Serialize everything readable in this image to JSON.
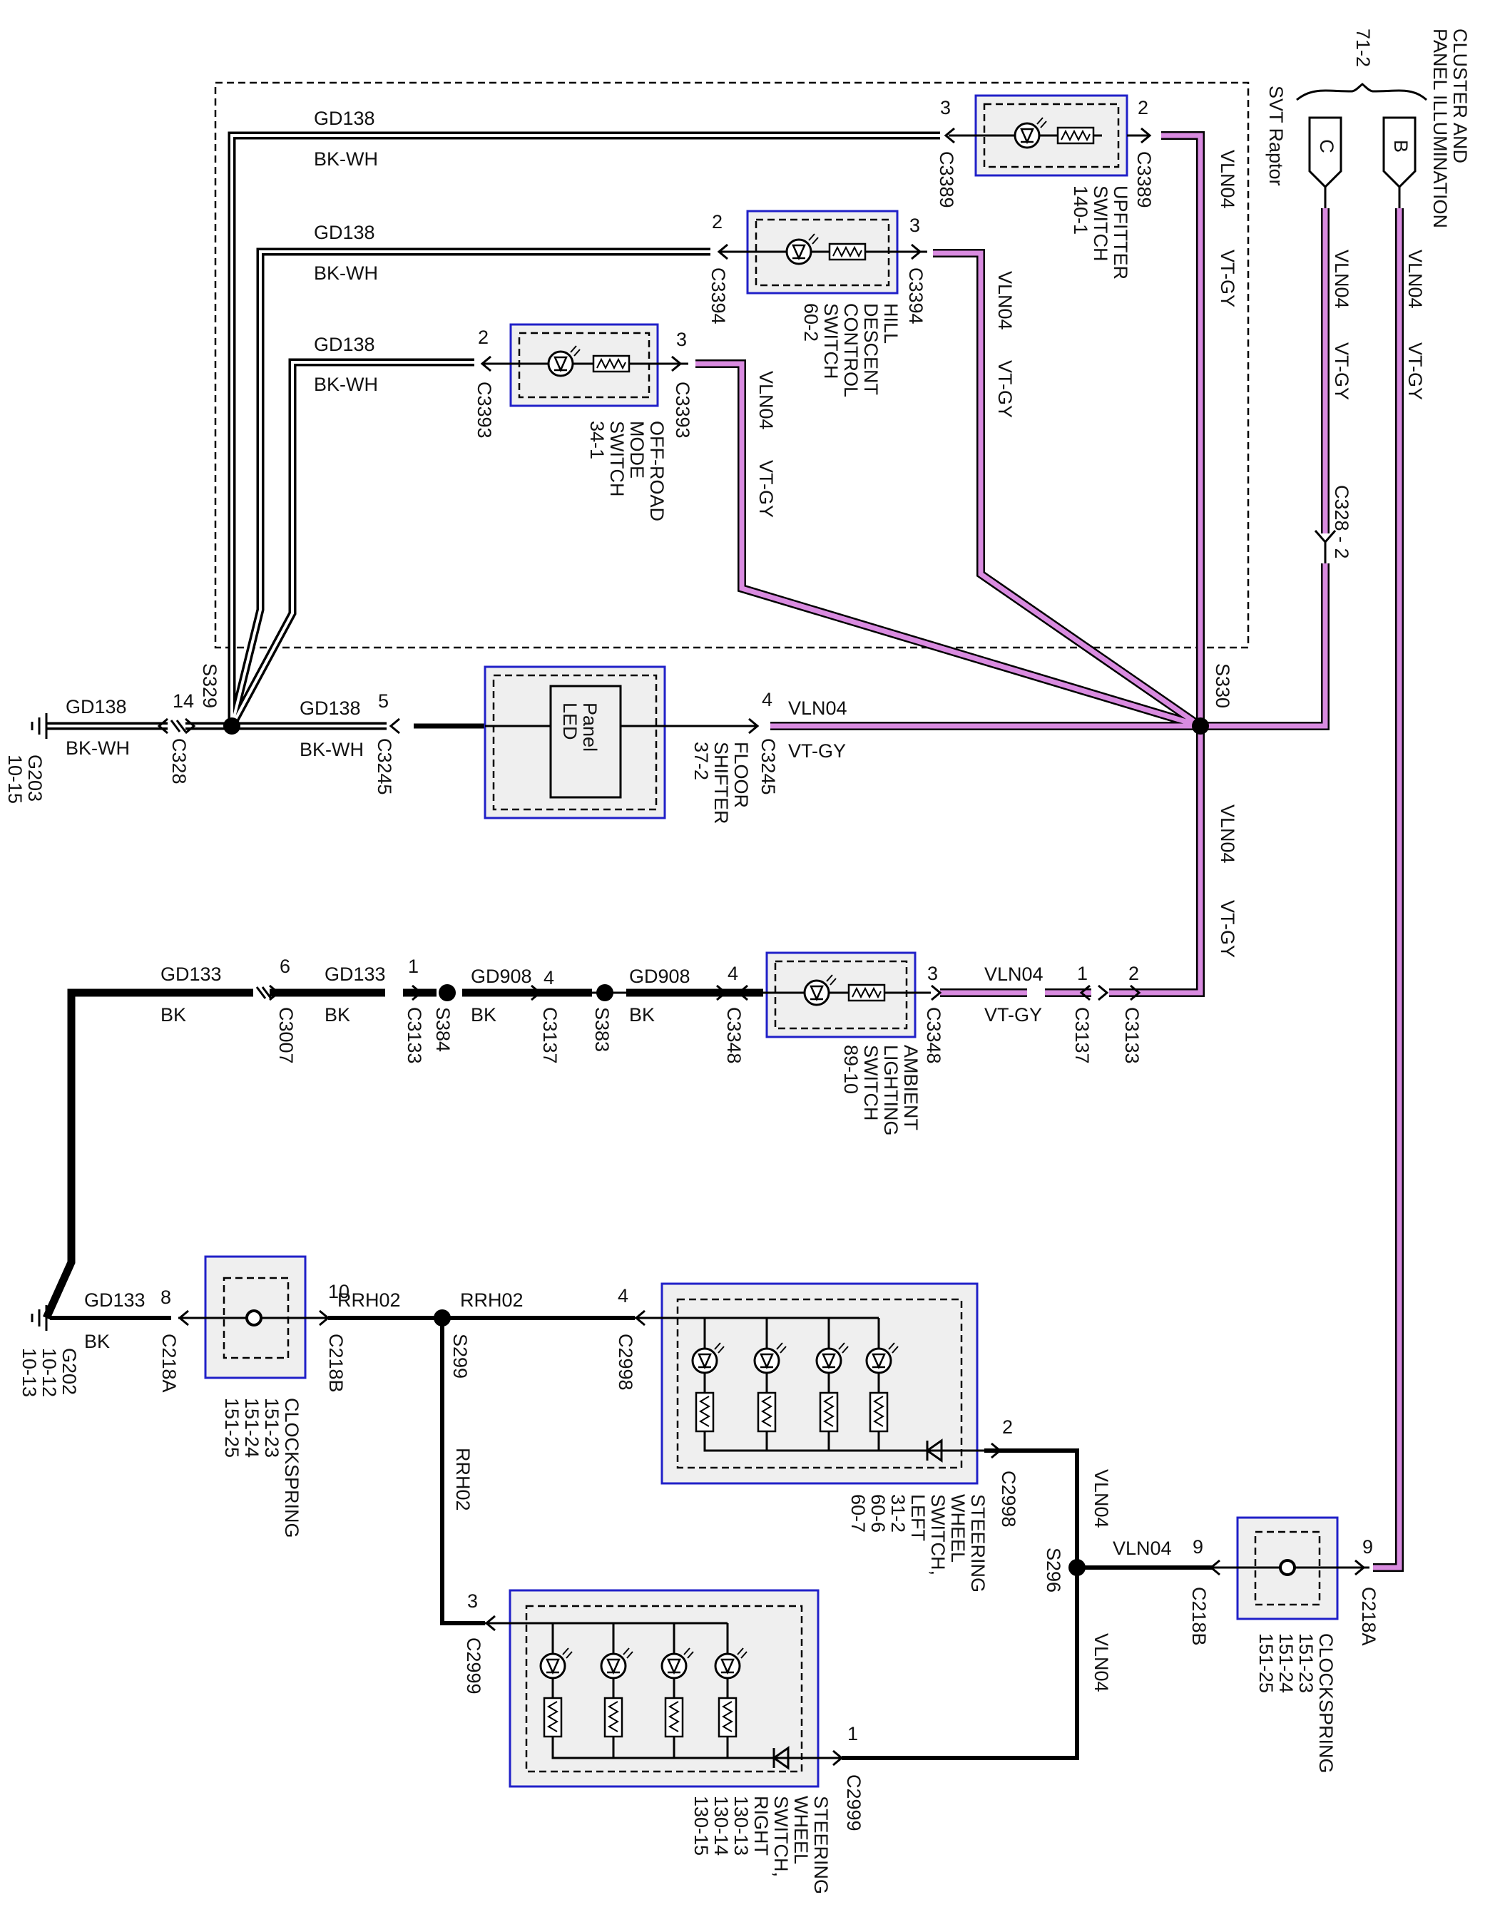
{
  "labels": {
    "cluster_l1": "CLUSTER AND",
    "cluster_l2": "PANEL ILLUMINATION",
    "cluster_ref": "71-2",
    "conn_c": "C",
    "conn_b": "B",
    "svt": "SVT Raptor",
    "gd138": "GD138",
    "bkwh": "BK-WH",
    "vln04": "VLN04",
    "vtgy": "VT-GY",
    "gd133": "GD133",
    "gd908": "GD908",
    "bk": "BK",
    "rrh02": "RRH02",
    "c328_2": "C328 - 2",
    "s330": "S330",
    "s329": "S329",
    "s384": "S384",
    "s383": "S383",
    "s299": "S299",
    "s296": "S296",
    "g203_a": "G203",
    "g203_b": "10-15",
    "g202_a": "G202",
    "g202_b": "10-12",
    "g202_c": "10-13",
    "upfitter_l1": "UPFITTER",
    "upfitter_l2": "SWITCH",
    "upfitter_l3": "140-1",
    "hill_l1": "HILL",
    "hill_l2": "DESCENT",
    "hill_l3": "CONTROL",
    "hill_l4": "SWITCH",
    "hill_l5": "60-2",
    "offroad_l1": "OFF-ROAD",
    "offroad_l2": "MODE",
    "offroad_l3": "SWITCH",
    "offroad_l4": "34-1",
    "led_l1": "LED",
    "led_l2": "Panel",
    "floor_l1": "FLOOR",
    "floor_l2": "SHIFTER",
    "floor_l3": "37-2",
    "amb_l1": "AMBIENT",
    "amb_l2": "LIGHTING",
    "amb_l3": "SWITCH",
    "amb_l4": "89-10",
    "clock_l1": "CLOCKSPRING",
    "clock_l2": "151-23",
    "clock_l3": "151-24",
    "clock_l4": "151-25",
    "swl_l1": "STEERING",
    "swl_l2": "WHEEL",
    "swl_l3": "SWITCH,",
    "swl_l4": "LEFT",
    "swl_l5": "31-2",
    "swl_l6": "60-6",
    "swl_l7": "60-7",
    "swr_l1": "STEERING",
    "swr_l2": "WHEEL",
    "swr_l3": "SWITCH,",
    "swr_l4": "RIGHT",
    "swr_l5": "130-13",
    "swr_l6": "130-14",
    "swr_l7": "130-15",
    "c3389": "C3389",
    "c3394": "C3394",
    "c3393": "C3393",
    "c328": "C328",
    "c3245": "C3245",
    "c3007": "C3007",
    "c3133": "C3133",
    "c3137": "C3137",
    "c3348": "C3348",
    "c218a": "C218A",
    "c218b": "C218B",
    "c2998": "C2998",
    "c2999": "C2999",
    "p1": "1",
    "p2": "2",
    "p3": "3",
    "p4": "4",
    "p5": "5",
    "p6": "6",
    "p8": "8",
    "p9": "9",
    "p10": "10",
    "p14": "14"
  },
  "colors": {
    "violet": "#d98be0",
    "black": "#000000",
    "frame_blue": "#2020c8",
    "comp_fill": "#efefef"
  }
}
